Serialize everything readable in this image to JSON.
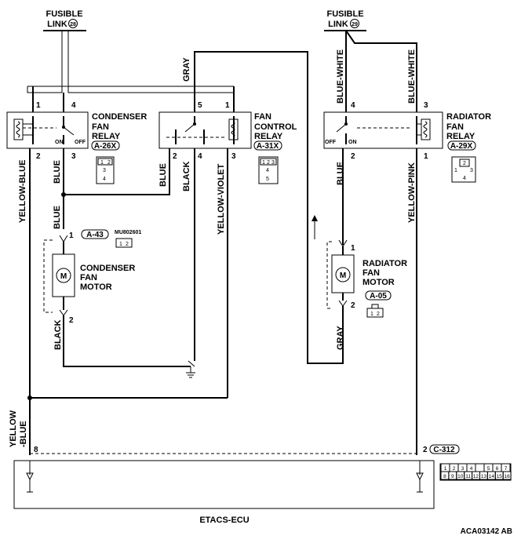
{
  "fusible_links": [
    {
      "line1": "FUSIBLE",
      "line2": "LINK",
      "number": "28"
    },
    {
      "line1": "FUSIBLE",
      "line2": "LINK",
      "number": "29"
    }
  ],
  "relays": {
    "condenser": {
      "name1": "CONDENSER",
      "name2": "FAN",
      "name3": "RELAY",
      "connector": "A-26X",
      "on": "ON",
      "off": "OFF",
      "pins": {
        "p1": "1",
        "p4": "4",
        "p2": "2",
        "p3": "3"
      },
      "conn_pins": [
        "1",
        "2",
        "3",
        "4"
      ]
    },
    "fan_control": {
      "name1": "FAN",
      "name2": "CONTROL",
      "name3": "RELAY",
      "connector": "A-31X",
      "pins": {
        "p5": "5",
        "p1": "1",
        "p2": "2",
        "p4": "4",
        "p3": "3"
      },
      "conn_pins": [
        "1",
        "2",
        "3",
        "4",
        "5"
      ]
    },
    "radiator": {
      "name1": "RADIATOR",
      "name2": "FAN",
      "name3": "RELAY",
      "connector": "A-29X",
      "on": "ON",
      "off": "OFF",
      "pins": {
        "p4": "4",
        "p3": "3",
        "p2": "2",
        "p1": "1"
      },
      "conn_pins": [
        "1",
        "2",
        "3",
        "4"
      ]
    }
  },
  "motors": {
    "condenser": {
      "name1": "CONDENSER",
      "name2": "FAN",
      "name3": "MOTOR",
      "connector": "A-43",
      "part_no": "MU802601",
      "pin_top": "1",
      "pin_bot": "2",
      "conn_pins": [
        "1",
        "2"
      ]
    },
    "radiator": {
      "name1": "RADIATOR",
      "name2": "FAN",
      "name3": "MOTOR",
      "connector": "A-05",
      "pin_top": "1",
      "pin_bot": "2",
      "conn_pins": [
        "1",
        "2"
      ]
    }
  },
  "wires": {
    "gray_top": "GRAY",
    "blue_white_1": "BLUE-WHITE",
    "blue_white_2": "BLUE-WHITE",
    "yellow_blue": "YELLOW-BLUE",
    "blue_1": "BLUE",
    "blue_2": "BLUE",
    "blue_3": "BLUE",
    "black_1": "BLACK",
    "black_2": "BLACK",
    "yellow_violet": "YELLOW-VIOLET",
    "blue_4": "BLUE",
    "yellow_pink": "YELLOW-PINK",
    "gray_bottom": "GRAY",
    "yellow_lower_1": "YELLOW",
    "yellow_lower_2": "-BLUE"
  },
  "ecu": {
    "name": "ETACS-ECU",
    "pin_left": "8",
    "pin_right": "2",
    "connector": "C-312",
    "conn_row1": [
      "1",
      "2",
      "3",
      "4",
      "",
      "5",
      "6",
      "7"
    ],
    "conn_row2": [
      "8",
      "9",
      "10",
      "11",
      "12",
      "13",
      "14",
      "15",
      "16"
    ]
  },
  "figure_id": "ACA03142 AB"
}
